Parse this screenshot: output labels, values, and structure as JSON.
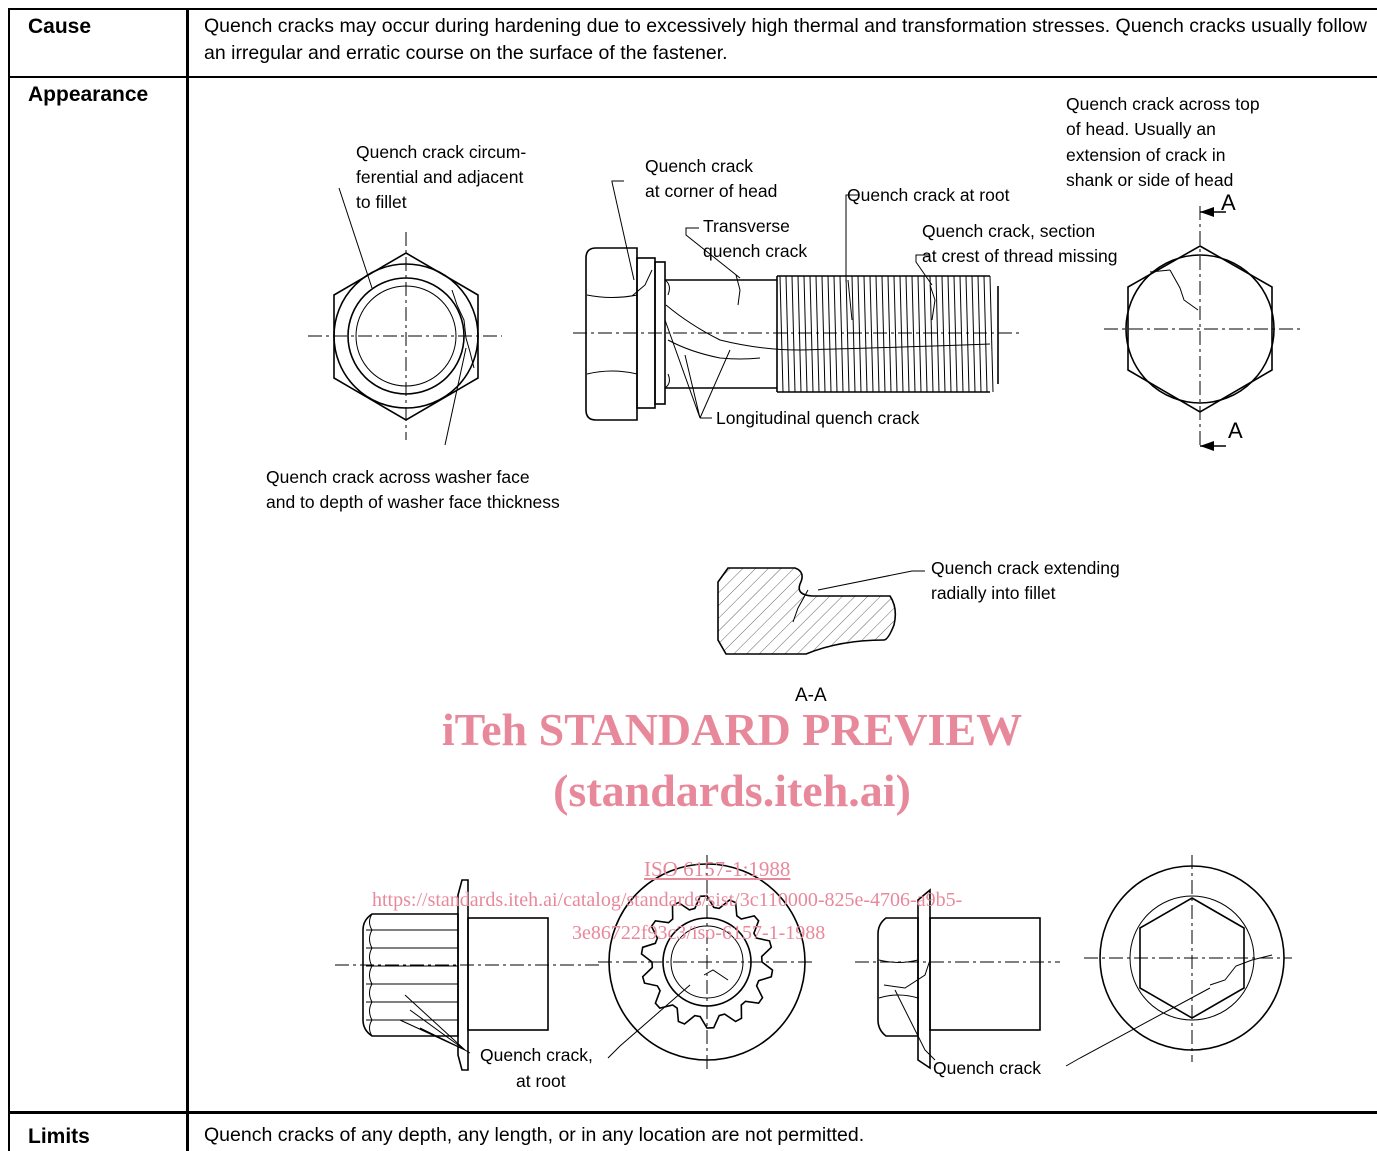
{
  "rows": {
    "cause": {
      "heading": "Cause",
      "text": "Quench cracks may occur during hardening due to excessively high thermal and transformation stresses. Quench cracks usually follow an irregular and erratic course on the surface of the fastener."
    },
    "appearance": {
      "heading": "Appearance"
    },
    "limits": {
      "heading": "Limits",
      "text": "Quench cracks of any depth, any length, or in any location are not permitted."
    }
  },
  "figure": {
    "labels": {
      "circumferential": [
        "Quench crack circum-",
        "ferential and adjacent",
        "to fillet"
      ],
      "corner": [
        "Quench crack",
        "at corner of head"
      ],
      "root": "Quench crack at root",
      "top": [
        "Quench crack across top",
        "of head. Usually an",
        "extension of crack in",
        "shank or side of head"
      ],
      "section_a": "A",
      "transverse": [
        "Transverse",
        "quench crack"
      ],
      "thread_missing": [
        "Quench crack, section",
        "at crest of thread missing"
      ],
      "section_a_bottom": "A",
      "longitudinal": "Longitudinal quench crack",
      "washer": [
        "Quench crack across washer face",
        "and to depth of washer face thickness"
      ],
      "fillet": [
        "Quench crack extending",
        "radially into fillet"
      ],
      "section_view": "A-A",
      "spline_root": [
        "Quench crack,",
        "at root"
      ],
      "flange_crack": "Quench crack"
    }
  },
  "watermark": {
    "title": "iTeh STANDARD PREVIEW",
    "site": "(standards.iteh.ai)",
    "code": "ISO 6157-1:1988",
    "url_line1": "https://standards.iteh.ai/catalog/standards/sist/3c110000-825e-4706-a9b5-",
    "url_line2": "3e86722f93c3/iso-6157-1-1988"
  }
}
